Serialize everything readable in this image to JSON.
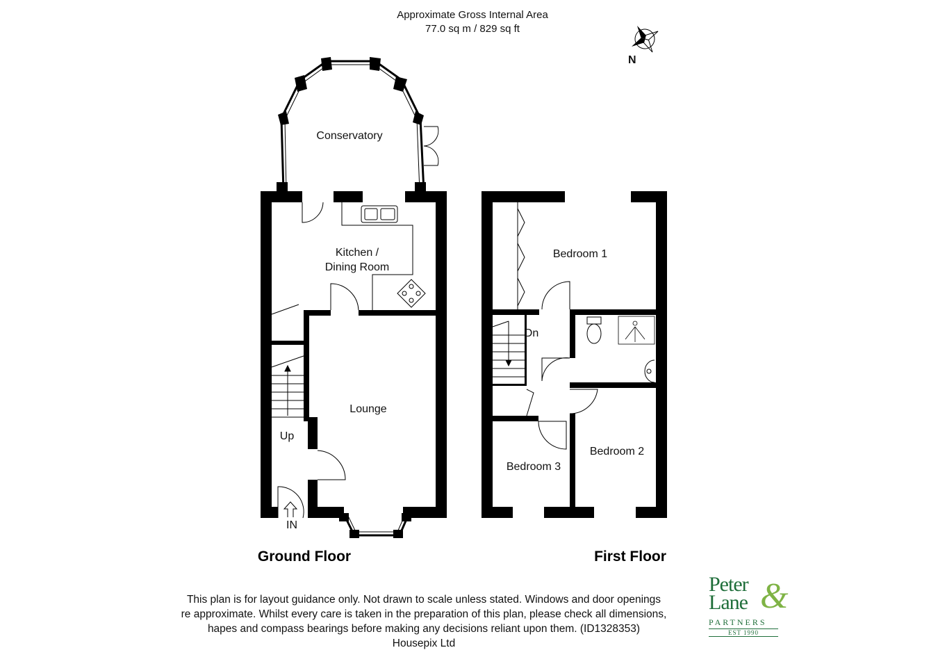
{
  "header": {
    "area_title": "Approximate Gross Internal Area",
    "area_value": "77.0 sq m / 829 sq ft"
  },
  "compass": {
    "label": "N"
  },
  "ground_floor": {
    "title": "Ground Floor",
    "rooms": {
      "conservatory": "Conservatory",
      "kitchen_line1": "Kitchen /",
      "kitchen_line2": "Dining Room",
      "lounge": "Lounge"
    },
    "stairs_label": "Up",
    "entrance_label": "IN"
  },
  "first_floor": {
    "title": "First Floor",
    "rooms": {
      "bedroom1": "Bedroom 1",
      "bedroom2": "Bedroom 2",
      "bedroom3": "Bedroom 3"
    },
    "stairs_label": "Dn"
  },
  "disclaimer": {
    "line1": "This plan is for layout guidance only. Not drawn to scale unless stated. Windows and door openings",
    "line2": "re approximate. Whilst every care is taken in the preparation of this plan, please check all dimensions,",
    "line3": "hapes and compass bearings before making any decisions reliant upon them. (ID1328353)",
    "line4": "Housepix Ltd"
  },
  "logo": {
    "name_line1": "Peter",
    "name_line2": "Lane",
    "ampersand": "&",
    "partners": "PARTNERS",
    "est": "EST 1990"
  },
  "colors": {
    "wall": "#000000",
    "logo_green": "#1f6e3a",
    "logo_light_green": "#7fb345"
  }
}
